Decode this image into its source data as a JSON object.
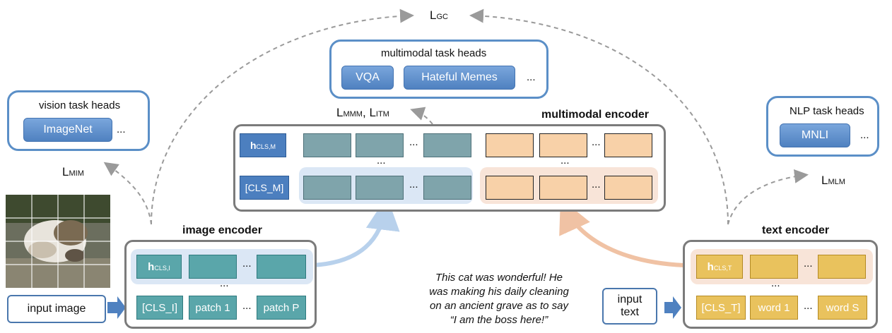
{
  "losses": {
    "gc": {
      "main": "L",
      "sub": "GC"
    },
    "mmm_itm": {
      "main1": "L",
      "sub1": "MMM",
      "sep": ",",
      "main2": "L",
      "sub2": "ITM"
    },
    "mim": {
      "main": "L",
      "sub": "MIM"
    },
    "mlm": {
      "main": "L",
      "sub": "MLM"
    }
  },
  "multimodal_heads": {
    "title": "multimodal task heads",
    "items": [
      "VQA",
      "Hateful Memes"
    ],
    "more": "..."
  },
  "vision_heads": {
    "title": "vision task heads",
    "items": [
      "ImageNet"
    ],
    "more": "..."
  },
  "nlp_heads": {
    "title": "NLP task heads",
    "items": [
      "MNLI"
    ],
    "more": "..."
  },
  "multimodal_encoder": {
    "title": "multimodal encoder",
    "h_cls": {
      "main": "h",
      "sub": "CLS,M"
    },
    "cls_token": "[CLS_M]",
    "dots": "..."
  },
  "image_encoder": {
    "title": "image encoder",
    "h_cls": {
      "main": "h",
      "sub": "CLS,I"
    },
    "tokens": [
      "[CLS_I]",
      "patch 1",
      "patch P"
    ],
    "dots": "..."
  },
  "text_encoder": {
    "title": "text encoder",
    "h_cls": {
      "main": "h",
      "sub": "CLS,T"
    },
    "tokens": [
      "[CLS_T]",
      "word 1",
      "word S"
    ],
    "dots": "..."
  },
  "inputs": {
    "image": "input image",
    "text_line1": "input",
    "text_line2": "text"
  },
  "caption": {
    "lines": [
      "This cat was wonderful! He",
      "was making his daily cleaning",
      "on an ancient grave as to say",
      "“I am the boss here!”"
    ]
  },
  "colors": {
    "blue_border": "#5b8fc7",
    "teal": "#5aa6aa",
    "gold": "#e9c25d",
    "peach": "#f8d1a8",
    "gray_teal": "#7fa4ab"
  }
}
